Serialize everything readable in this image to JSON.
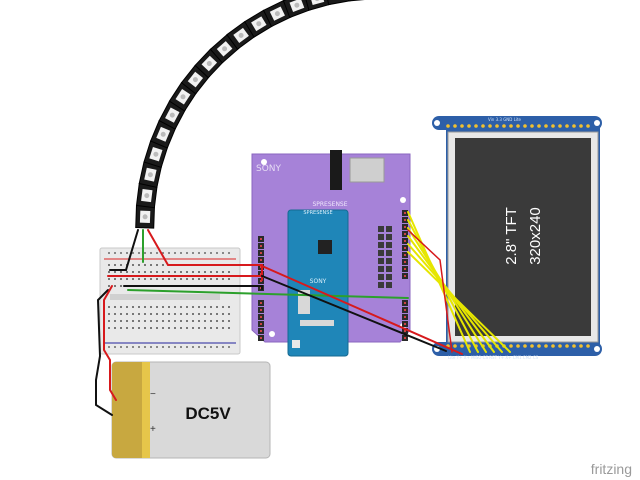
{
  "labels": {
    "mainboard_brand": "SONY",
    "mainboard_name": "SPRESENSE",
    "subboard_brand": "SONY",
    "subboard_name": "SPRESENSE",
    "battery": "DC5V",
    "battery_minus": "−",
    "battery_plus": "+",
    "tft_size": "2.8\" TFT",
    "tft_resolution": "320x240",
    "tft_top_pins": "Vin  3.3  GND  Lite",
    "tft_bottom_pins": "Lite  Y+  X+  MISO  CS  RST  Y+  X+  CM1  CM2  CS",
    "watermark": "fritzing"
  },
  "colors": {
    "strip": "#1a1a1a",
    "breadboard": "#e9e9e9",
    "battery_body": "#c8a840",
    "battery_metal": "#d9d9d9",
    "spresense_main": "#a682d8",
    "spresense_sub": "#1f86b8",
    "tft_pcb": "#2d5fa8",
    "tft_screen": "#3a3a3a",
    "wire_red": "#d7191c",
    "wire_green": "#2ca02c",
    "wire_black": "#111111",
    "wire_yellow": "#e6e600",
    "watermark": "#9a9a9a"
  }
}
